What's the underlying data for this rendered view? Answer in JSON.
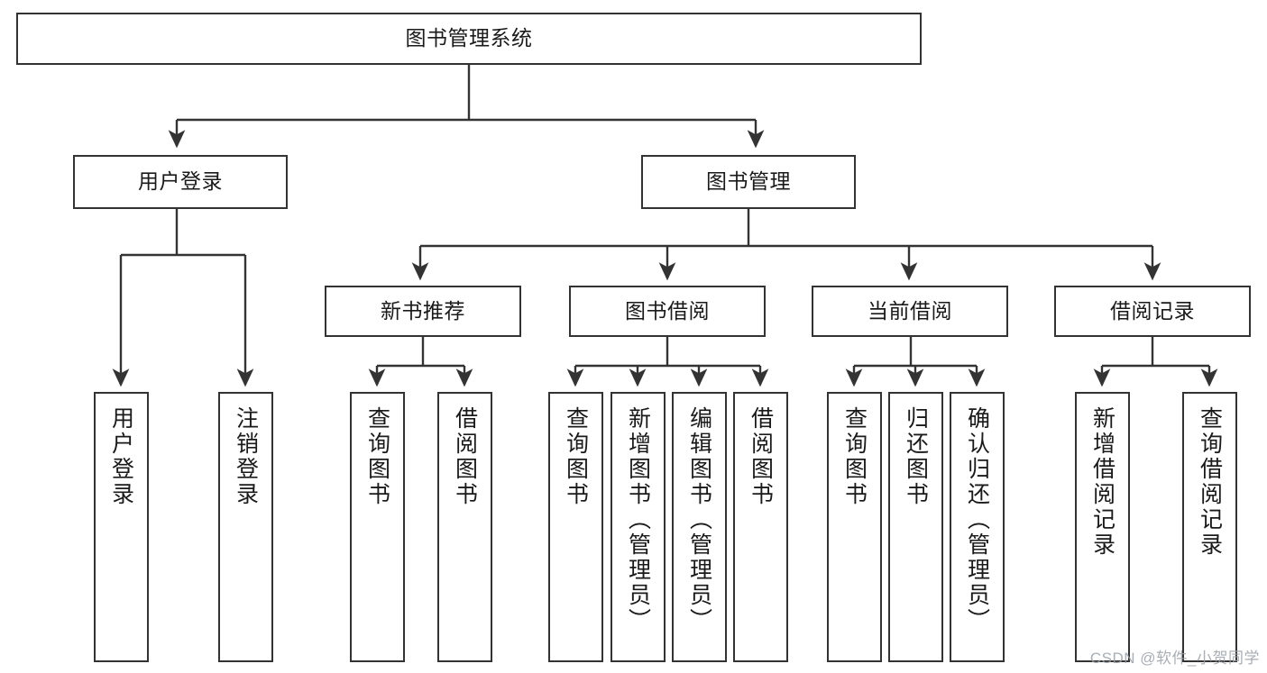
{
  "diagram": {
    "type": "tree-hierarchy",
    "title": "图书管理系统",
    "root": {
      "id": "root",
      "label": "图书管理系统",
      "level": 1
    },
    "level2": [
      {
        "id": "user-login",
        "label": "用户登录"
      },
      {
        "id": "book-management",
        "label": "图书管理"
      }
    ],
    "level3": [
      {
        "id": "new-book-recommend",
        "label": "新书推荐",
        "parent": "book-management"
      },
      {
        "id": "book-borrow",
        "label": "图书借阅",
        "parent": "book-management"
      },
      {
        "id": "current-borrow",
        "label": "当前借阅",
        "parent": "book-management"
      },
      {
        "id": "borrow-record",
        "label": "借阅记录",
        "parent": "book-management"
      }
    ],
    "leaves": {
      "user_login": [
        {
          "id": "leaf-user-login",
          "label": "用户登录"
        },
        {
          "id": "leaf-logout-login",
          "label": "注销登录"
        }
      ],
      "new_book_recommend": [
        {
          "id": "leaf-query-book-1",
          "label": "查询图书"
        },
        {
          "id": "leaf-borrow-book-1",
          "label": "借阅图书"
        }
      ],
      "book_borrow": [
        {
          "id": "leaf-query-book-2",
          "label": "查询图书"
        },
        {
          "id": "leaf-add-book",
          "label": "新增图书（管理员）"
        },
        {
          "id": "leaf-edit-book",
          "label": "编辑图书（管理员）"
        },
        {
          "id": "leaf-borrow-book-2",
          "label": "借阅图书"
        }
      ],
      "current_borrow": [
        {
          "id": "leaf-query-book-3",
          "label": "查询图书"
        },
        {
          "id": "leaf-return-book",
          "label": "归还图书"
        },
        {
          "id": "leaf-confirm-return",
          "label": "确认归还（管理员）"
        }
      ],
      "borrow_record": [
        {
          "id": "leaf-add-record",
          "label": "新增借阅记录"
        },
        {
          "id": "leaf-query-record",
          "label": "查询借阅记录"
        }
      ]
    }
  },
  "watermark": {
    "text": "CSDN @软件_小贺同学"
  },
  "colors": {
    "stroke": "#333333",
    "background": "#ffffff",
    "text": "#1a1a1a",
    "watermark": "#9aa0a6"
  }
}
